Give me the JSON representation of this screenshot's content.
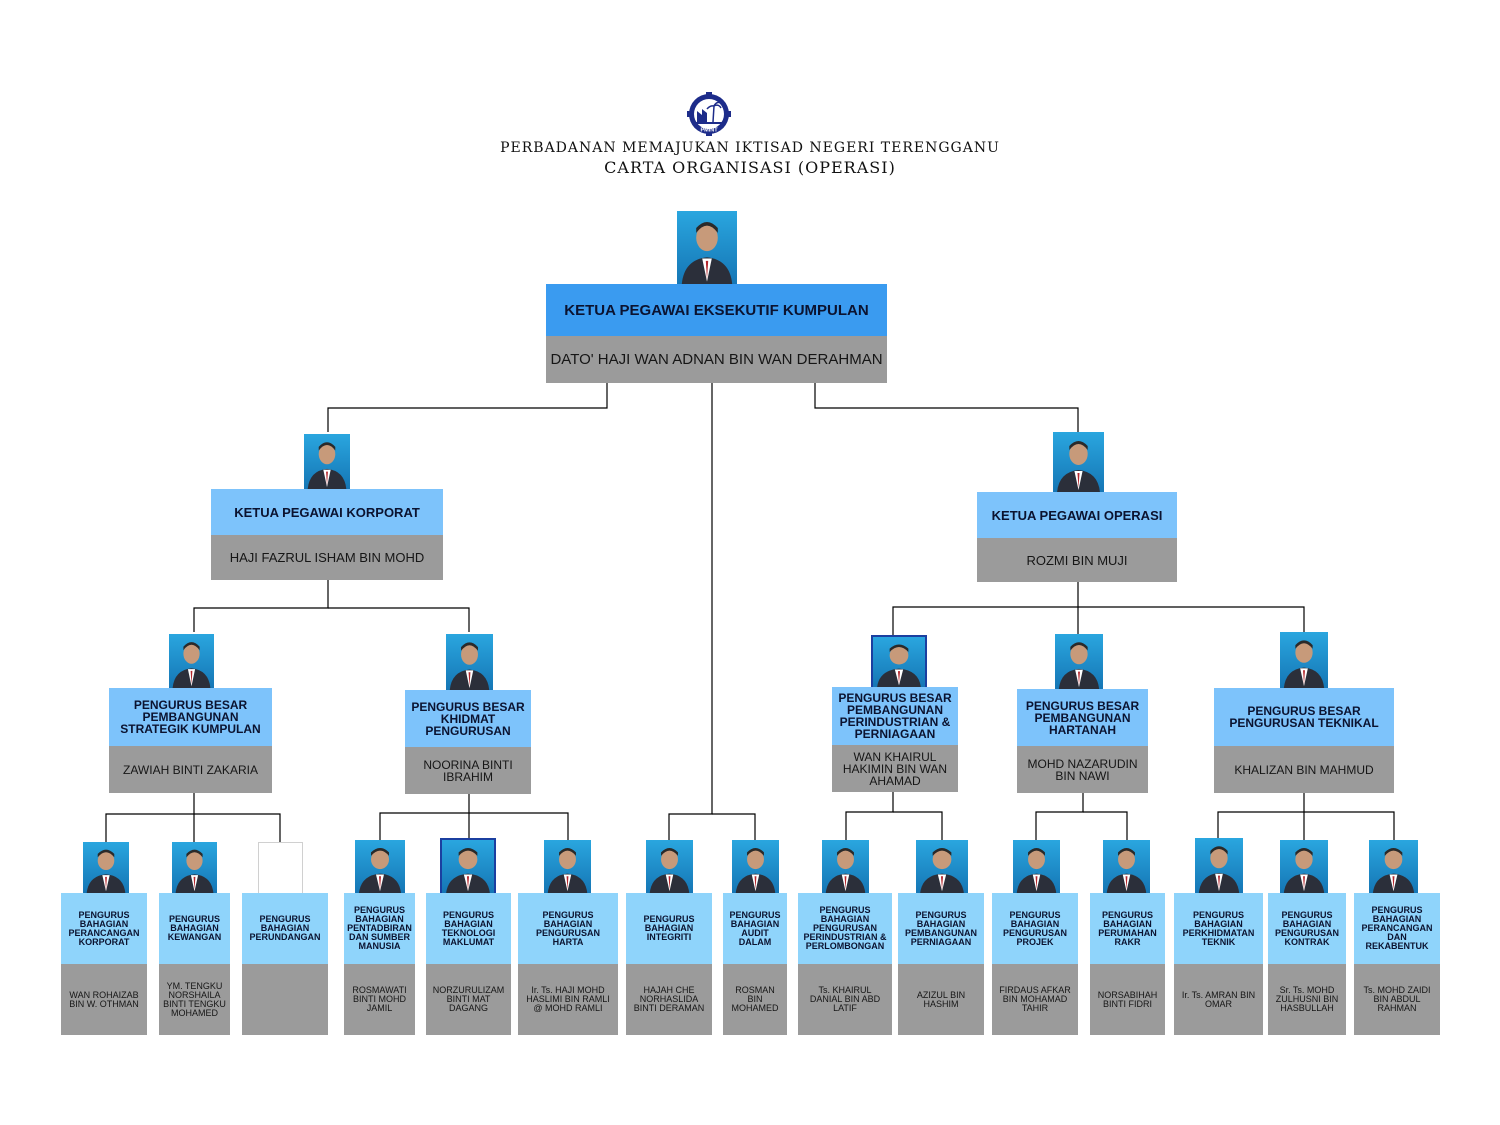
{
  "header": {
    "organization": "PERBADANAN MEMAJUKAN IKTISAD NEGERI TERENGGANU",
    "title": "CARTA ORGANISASI (OPERASI)",
    "logo_text": "PMINT"
  },
  "colors": {
    "title_bar_primary": "#3a9bf0",
    "title_bar": "#7dc3fb",
    "title_bar_light": "#8fd4fb",
    "name_bar": "#9b9b9b",
    "connector": "#000000",
    "photo_background": "#1f8ccc"
  },
  "ceo": {
    "title": "KETUA PEGAWAI EKSEKUTIF KUMPULAN",
    "name": "DATO' HAJI WAN ADNAN BIN WAN DERAHMAN"
  },
  "corporate_chief": {
    "title": "KETUA PEGAWAI KORPORAT",
    "name": "HAJI FAZRUL ISHAM BIN MOHD"
  },
  "operations_chief": {
    "title": "KETUA PEGAWAI OPERASI",
    "name": "ROZMI BIN MUJI"
  },
  "general_managers": [
    {
      "title": "PENGURUS BESAR PEMBANGUNAN STRATEGIK KUMPULAN",
      "name": "ZAWIAH BINTI ZAKARIA"
    },
    {
      "title": "PENGURUS BESAR KHIDMAT PENGURUSAN",
      "name": "NOORINA BINTI IBRAHIM"
    },
    {
      "title": "PENGURUS BESAR PEMBANGUNAN PERINDUSTRIAN & PERNIAGAAN",
      "name": "WAN KHAIRUL HAKIMIN BIN WAN AHAMAD"
    },
    {
      "title": "PENGURUS BESAR PEMBANGUNAN HARTANAH",
      "name": "MOHD NAZARUDIN BIN NAWI"
    },
    {
      "title": "PENGURUS BESAR PENGURUSAN TEKNIKAL",
      "name": "KHALIZAN BIN MAHMUD"
    }
  ],
  "managers": [
    {
      "title": "PENGURUS BAHAGIAN PERANCANGAN KORPORAT",
      "name": "WAN ROHAIZAB BIN W. OTHMAN"
    },
    {
      "title": "PENGURUS BAHAGIAN KEWANGAN",
      "name": "YM. TENGKU NORSHAILA BINTI TENGKU MOHAMED"
    },
    {
      "title": "PENGURUS BAHAGIAN PERUNDANGAN",
      "name": ""
    },
    {
      "title": "PENGURUS BAHAGIAN PENTADBIRAN DAN SUMBER MANUSIA",
      "name": "ROSMAWATI BINTI MOHD JAMIL"
    },
    {
      "title": "PENGURUS BAHAGIAN TEKNOLOGI MAKLUMAT",
      "name": "NORZURULIZAM BINTI MAT DAGANG"
    },
    {
      "title": "PENGURUS BAHAGIAN PENGURUSAN HARTA",
      "name": "Ir. Ts. HAJI MOHD HASLIMI BIN RAMLI @ MOHD RAMLI"
    },
    {
      "title": "PENGURUS BAHAGIAN INTEGRITI",
      "name": "HAJAH CHE NORHASLIDA BINTI DERAMAN"
    },
    {
      "title": "PENGURUS BAHAGIAN AUDIT DALAM",
      "name": "ROSMAN BIN MOHAMED"
    },
    {
      "title": "PENGURUS BAHAGIAN PENGURUSAN PERINDUSTRIAN & PERLOMBONGAN",
      "name": "Ts. KHAIRUL DANIAL BIN ABD LATIF"
    },
    {
      "title": "PENGURUS BAHAGIAN PEMBANGUNAN PERNIAGAAN",
      "name": "AZIZUL BIN HASHIM"
    },
    {
      "title": "PENGURUS BAHAGIAN PENGURUSAN PROJEK",
      "name": "FIRDAUS AFKAR BIN MOHAMAD TAHIR"
    },
    {
      "title": "PENGURUS BAHAGIAN PERUMAHAN RAKR",
      "name": "NORSABIHAH BINTI FIDRI"
    },
    {
      "title": "PENGURUS BAHAGIAN PERKHIDMATAN TEKNIK",
      "name": "Ir. Ts. AMRAN BIN OMAR"
    },
    {
      "title": "PENGURUS BAHAGIAN PENGURUSAN KONTRAK",
      "name": "Sr. Ts. MOHD ZULHUSNI BIN HASBULLAH"
    },
    {
      "title": "PENGURUS BAHAGIAN PERANCANGAN DAN REKABENTUK",
      "name": "Ts. MOHD ZAIDI BIN ABDUL RAHMAN"
    }
  ]
}
